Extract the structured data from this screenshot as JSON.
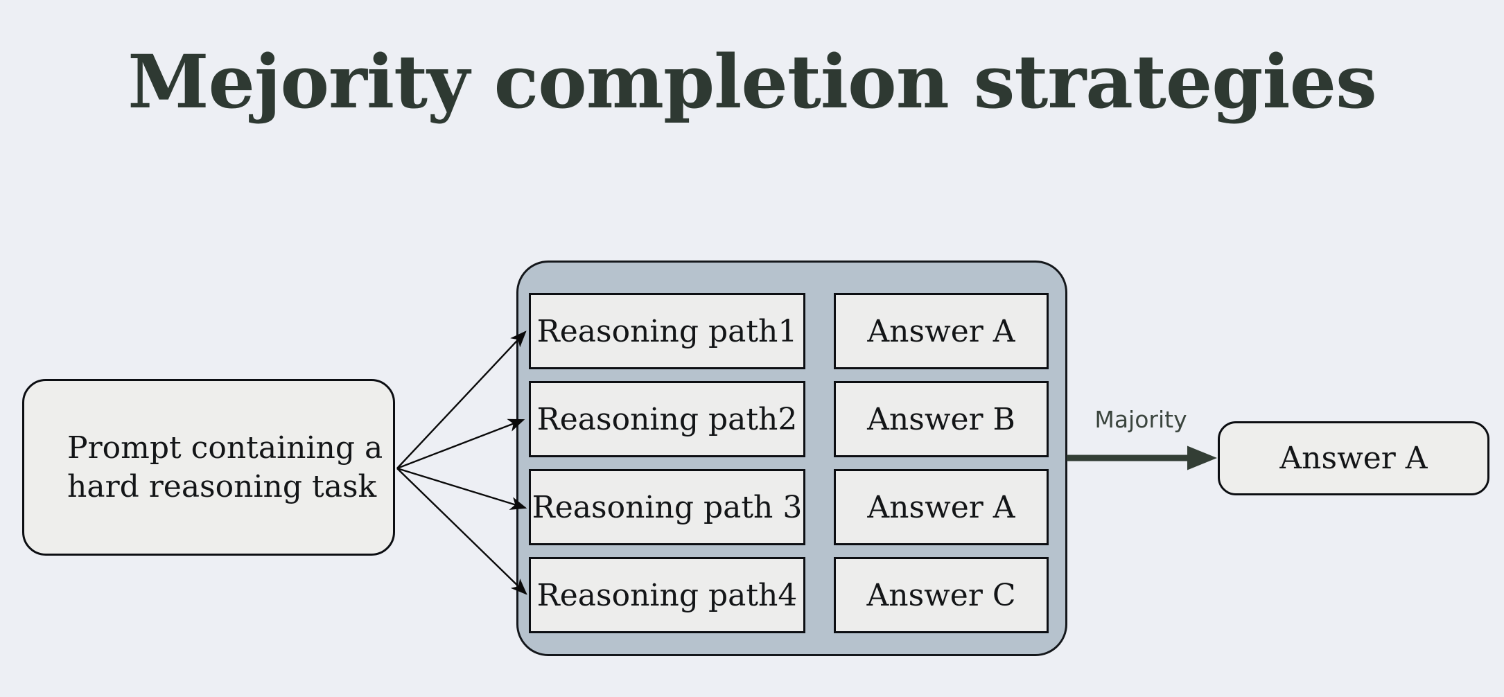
{
  "title": "Mejority completion strategies",
  "prompt_node": {
    "line1": "Prompt containing a",
    "line2": "hard reasoning task"
  },
  "pool": {
    "reasoning_paths": [
      "Reasoning path1",
      "Reasoning path2",
      "Reasoning path 3",
      "Reasoning path4"
    ],
    "answers": [
      "Answer A",
      "Answer B",
      "Answer A",
      "Answer C"
    ]
  },
  "majority_arrow": {
    "label": "Majority"
  },
  "result_node": {
    "label": "Answer A"
  },
  "colors": {
    "background": "#edeff4",
    "title_text": "#2e3932",
    "pool_fill": "#b6c2cd",
    "pool_border": "#14171b",
    "node_fill": "#eeeeec",
    "inner_node_fill": "#ededec",
    "node_border": "#0c0e12",
    "text": "#131517",
    "thin_arrow": "#0a0a0a",
    "majority_arrow": "#333e35",
    "majority_label": "#3b453e"
  }
}
